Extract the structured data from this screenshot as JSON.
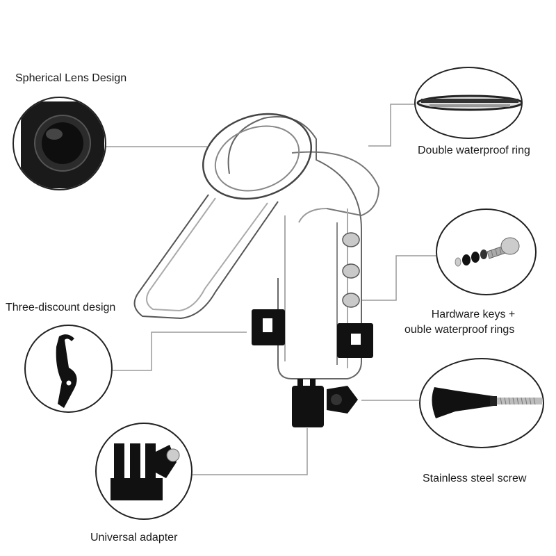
{
  "labels": {
    "spherical_lens": "Spherical Lens Design",
    "double_ring": "Double waterproof ring",
    "three_discount": "Three-discount design",
    "hardware_keys_line1": "Hardware keys +",
    "hardware_keys_line2": "ouble waterproof rings",
    "steel_screw": "Stainless steel screw",
    "universal_adapter": "Universal adapter"
  },
  "colors": {
    "line": "#9a9a9a",
    "circle_border": "#222222",
    "black_part": "#111111",
    "metal": "#b8b8b8"
  },
  "icons": {
    "lens": "spherical-lens-icon",
    "ring": "waterproof-ring-icon",
    "buckle": "buckle-latch-icon",
    "adapter": "universal-adapter-icon",
    "keys": "hardware-keys-icon",
    "screw": "steel-screw-icon"
  }
}
